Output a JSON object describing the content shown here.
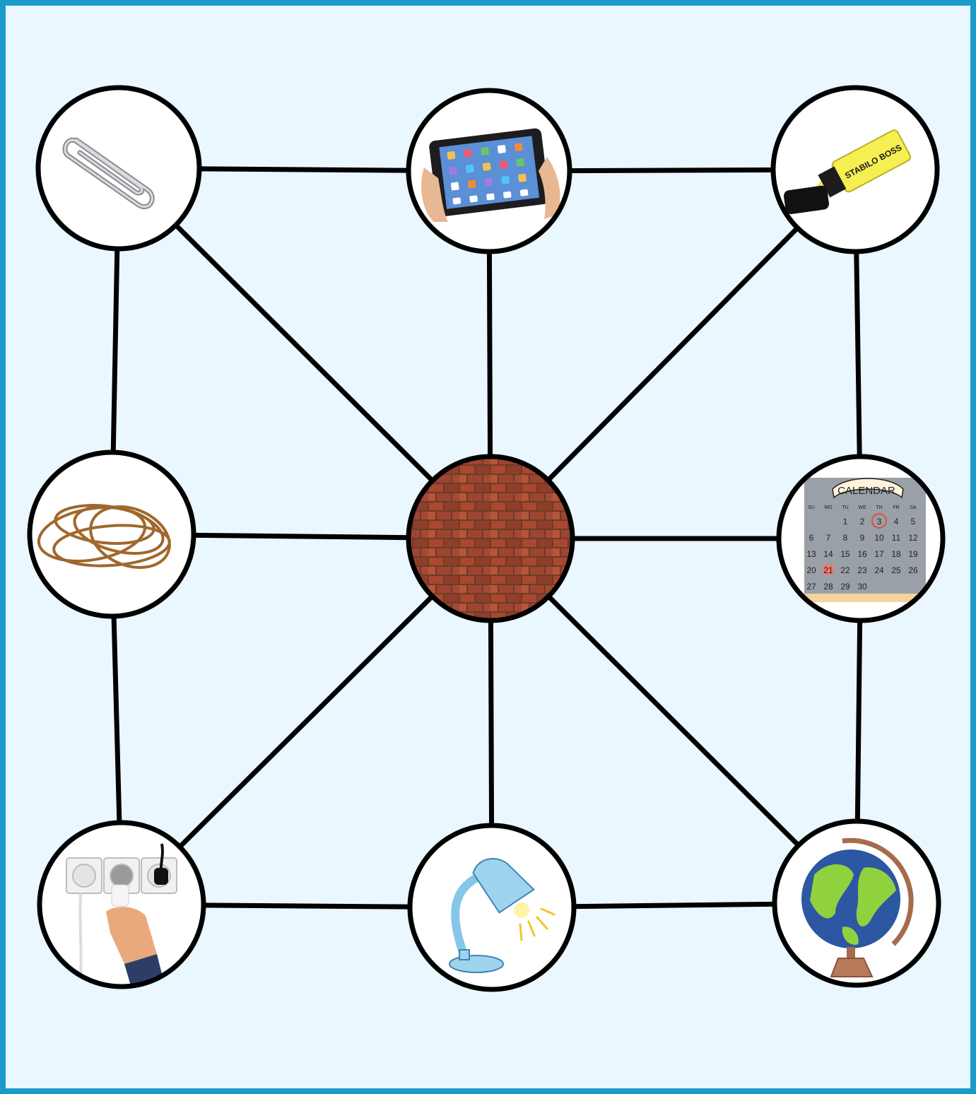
{
  "colors": {
    "frame": "#1a9ac9",
    "background": "#eaf7fe",
    "line": "#000000",
    "node_fill": "#ffffff"
  },
  "nodes": [
    {
      "id": "paperclip",
      "icon": "paperclip-icon"
    },
    {
      "id": "tablet",
      "icon": "tablet-icon"
    },
    {
      "id": "highlighter",
      "icon": "highlighter-icon"
    },
    {
      "id": "rubber-bands",
      "icon": "rubber-bands-icon"
    },
    {
      "id": "brick-wall",
      "icon": "brick-wall-icon"
    },
    {
      "id": "calendar",
      "icon": "calendar-icon"
    },
    {
      "id": "power-outlet",
      "icon": "power-outlet-icon"
    },
    {
      "id": "desk-lamp",
      "icon": "desk-lamp-icon"
    },
    {
      "id": "globe",
      "icon": "globe-icon"
    }
  ],
  "edges": [
    [
      "paperclip",
      "tablet"
    ],
    [
      "tablet",
      "highlighter"
    ],
    [
      "paperclip",
      "rubber-bands"
    ],
    [
      "highlighter",
      "calendar"
    ],
    [
      "rubber-bands",
      "power-outlet"
    ],
    [
      "calendar",
      "globe"
    ],
    [
      "power-outlet",
      "desk-lamp"
    ],
    [
      "desk-lamp",
      "globe"
    ],
    [
      "rubber-bands",
      "brick-wall"
    ],
    [
      "brick-wall",
      "calendar"
    ],
    [
      "tablet",
      "brick-wall"
    ],
    [
      "brick-wall",
      "desk-lamp"
    ],
    [
      "paperclip",
      "brick-wall"
    ],
    [
      "highlighter",
      "brick-wall"
    ],
    [
      "power-outlet",
      "brick-wall"
    ],
    [
      "globe",
      "brick-wall"
    ]
  ],
  "highlighter": {
    "brand": "STABILO BOSS"
  },
  "calendar": {
    "title": "CALENDAR",
    "weekdays": [
      "SU",
      "MO",
      "TU",
      "WE",
      "TH",
      "FR",
      "SA"
    ],
    "weeks": [
      [
        "",
        "",
        "1",
        "2",
        "3",
        "4",
        "5"
      ],
      [
        "6",
        "7",
        "8",
        "9",
        "10",
        "11",
        "12"
      ],
      [
        "13",
        "14",
        "15",
        "16",
        "17",
        "18",
        "19"
      ],
      [
        "20",
        "21",
        "22",
        "23",
        "24",
        "25",
        "26"
      ],
      [
        "27",
        "28",
        "29",
        "30",
        "",
        "",
        ""
      ]
    ],
    "circled_day": "3",
    "heart_day": "21"
  }
}
